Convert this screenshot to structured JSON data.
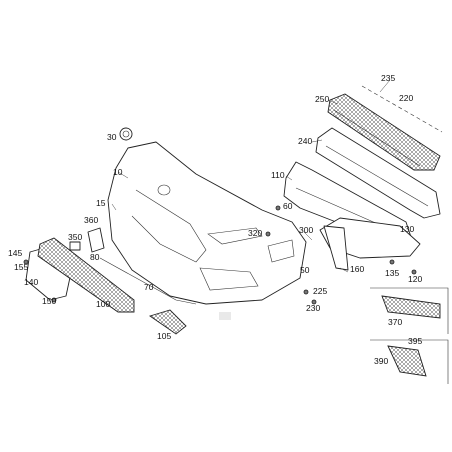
{
  "callouts": {
    "c235": "235",
    "c250": "250",
    "c220": "220",
    "c30": "30",
    "c240": "240",
    "c10": "10",
    "c110": "110",
    "c60": "60",
    "c15": "15",
    "c360": "360",
    "c320": "320",
    "c300": "300",
    "c350": "350",
    "c130": "130",
    "c145": "145",
    "c80": "80",
    "c155": "155",
    "c50": "50",
    "c160": "160",
    "c135": "135",
    "c140": "140",
    "c120": "120",
    "c70": "70",
    "c225": "225",
    "c150": "150",
    "c100": "100",
    "c230": "230",
    "c105": "105",
    "c370": "370",
    "c395": "395",
    "c390": "390"
  },
  "colors": {
    "line": "#222222",
    "highlight_bg": "#e9e9e9",
    "inset_border": "#999999"
  }
}
